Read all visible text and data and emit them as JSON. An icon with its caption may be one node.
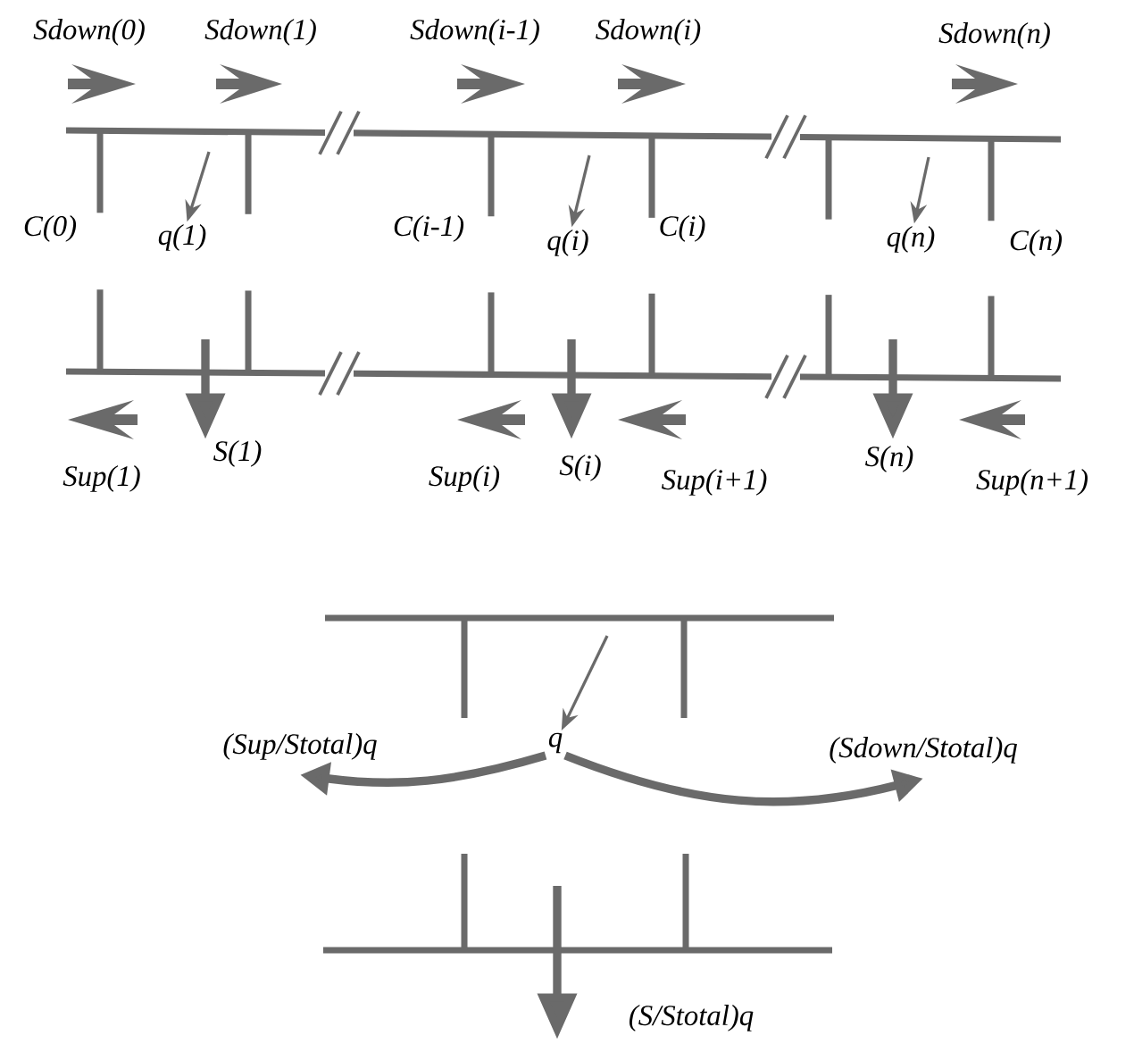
{
  "diagram": {
    "nodes": [
      {
        "text": [
          "q(1)"
        ]
      },
      {
        "text": [
          "q(i)"
        ]
      },
      {
        "text": [
          "q(n)"
        ]
      },
      {
        "text": [
          "(Sup/Stotal)q"
        ]
      },
      {
        "text": [
          "q"
        ]
      },
      {
        "text": [
          "(Sdown/Stotal)q"
        ]
      }
    ],
    "edges": [
      {
        "from": null,
        "to": 0,
        "arrow": "to"
      },
      {
        "from": null,
        "to": 1,
        "arrow": "to"
      },
      {
        "from": null,
        "to": 2,
        "arrow": "to"
      },
      {
        "from": null,
        "to": 4,
        "arrow": "to"
      },
      {
        "from": 4,
        "to": 3,
        "arrow": "to",
        "style": "thick"
      },
      {
        "from": 4,
        "to": 5,
        "arrow": "to",
        "style": "thick"
      }
    ],
    "labels": [
      "Sdown(0)",
      "Sdown(1)",
      "Sdown(i-1)",
      "Sdown(i)",
      "Sdown(n)",
      "C(0)",
      "C(i-1)",
      "C(i)",
      "C(n)",
      "S(1)",
      "S(i)",
      "S(n)",
      "Sup(1)",
      "Sup(i)",
      "Sup(i+1)",
      "Sup(n+1)",
      "(S/Stotal)q"
    ]
  }
}
